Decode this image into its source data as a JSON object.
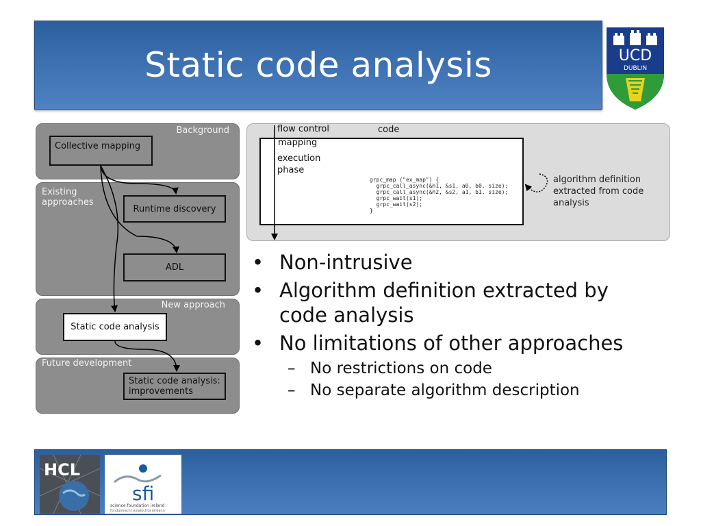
{
  "slide": {
    "title": "Static code analysis"
  },
  "logos": {
    "ucd_text": "UCD",
    "ucd_subtext": "DUBLIN",
    "hcl_text": "HCL",
    "sfi_text": "sfi",
    "sfi_line1": "science foundation ireland",
    "sfi_line2": "fondúireacht eolaíochta éireann"
  },
  "diagram_left": {
    "panels": [
      {
        "label": "Background"
      },
      {
        "label": "Existing approaches"
      },
      {
        "label": "New approach"
      },
      {
        "label": "Future development"
      }
    ],
    "boxes": {
      "collective_mapping": "Collective mapping",
      "runtime_discovery": "Runtime discovery",
      "adl": "ADL",
      "static_code_analysis": "Static code analysis",
      "improvements": "Static code analysis: improvements"
    }
  },
  "diagram_right": {
    "flow_control": "flow control",
    "code": "code",
    "mapping": "mapping",
    "execution_phase": "execution phase",
    "code_lines": [
      "grpc_map (\"ex_map\") {",
      "  grpc_call_async(&h1, &s1, a0, b0, size);",
      "  grpc_call_async(&h2, &s2, a1, b1, size);",
      "  grpc_wait(s1);",
      "  grpc_wait(s2);",
      "}"
    ],
    "note": "algorithm definition extracted from code analysis"
  },
  "bullets": [
    {
      "text": "Non-intrusive"
    },
    {
      "text": "Algorithm definition extracted by code analysis"
    },
    {
      "text": "No limitations of other approaches",
      "subs": [
        "No restrictions on code",
        "No separate algorithm description"
      ]
    }
  ],
  "marks": {
    "bullet": "•",
    "dash": "–"
  },
  "colors": {
    "bar_blue": "#3f73b4",
    "panel_gray": "#8d8d8d",
    "code_panel_gray": "#dcdcdc",
    "ucd_blue": "#1a3c8c",
    "ucd_green": "#2f9c3a",
    "ucd_yellow": "#e9d21b"
  }
}
